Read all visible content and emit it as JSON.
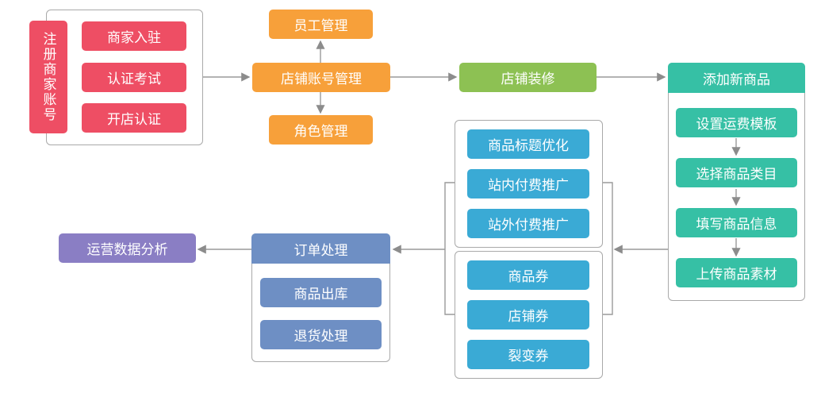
{
  "register": {
    "side_label": "注册商家账号",
    "items": [
      "商家入驻",
      "认证考试",
      "开店认证"
    ]
  },
  "account": {
    "main": "店铺账号管理",
    "top": "员工管理",
    "bottom": "角色管理"
  },
  "decor": {
    "label": "店铺装修"
  },
  "add_product": {
    "header": "添加新商品",
    "steps": [
      "设置运费模板",
      "选择商品类目",
      "填写商品信息",
      "上传商品素材"
    ]
  },
  "promotion": {
    "group1": [
      "商品标题优化",
      "站内付费推广",
      "站外付费推广"
    ],
    "group2": [
      "商品券",
      "店铺券",
      "裂变券"
    ]
  },
  "order": {
    "header": "订单处理",
    "items": [
      "商品出库",
      "退货处理"
    ]
  },
  "analysis": {
    "label": "运营数据分析"
  },
  "colors": {
    "red": "#ee4e64",
    "orange": "#f7a03a",
    "green": "#8dc153",
    "teal": "#36c0a5",
    "blue": "#3aaad5",
    "steel": "#6e8fc4",
    "purple": "#8a7ec4"
  }
}
